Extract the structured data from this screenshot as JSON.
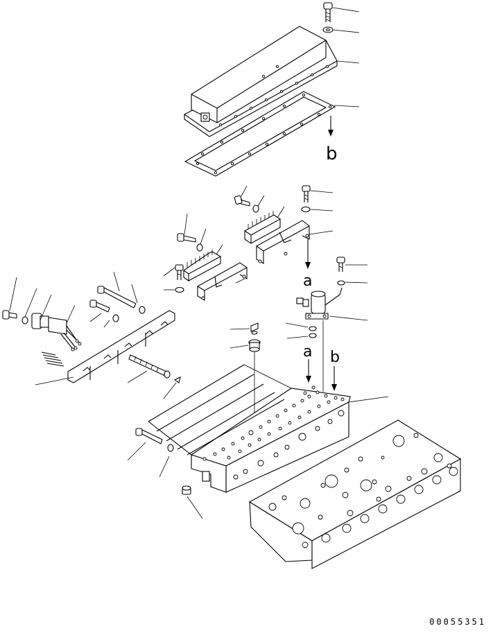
{
  "diagram": {
    "letters": {
      "a_top": "a",
      "b_top": "b",
      "a_lower": "a",
      "b_lower": "b"
    },
    "drawing_number": "00055351"
  }
}
